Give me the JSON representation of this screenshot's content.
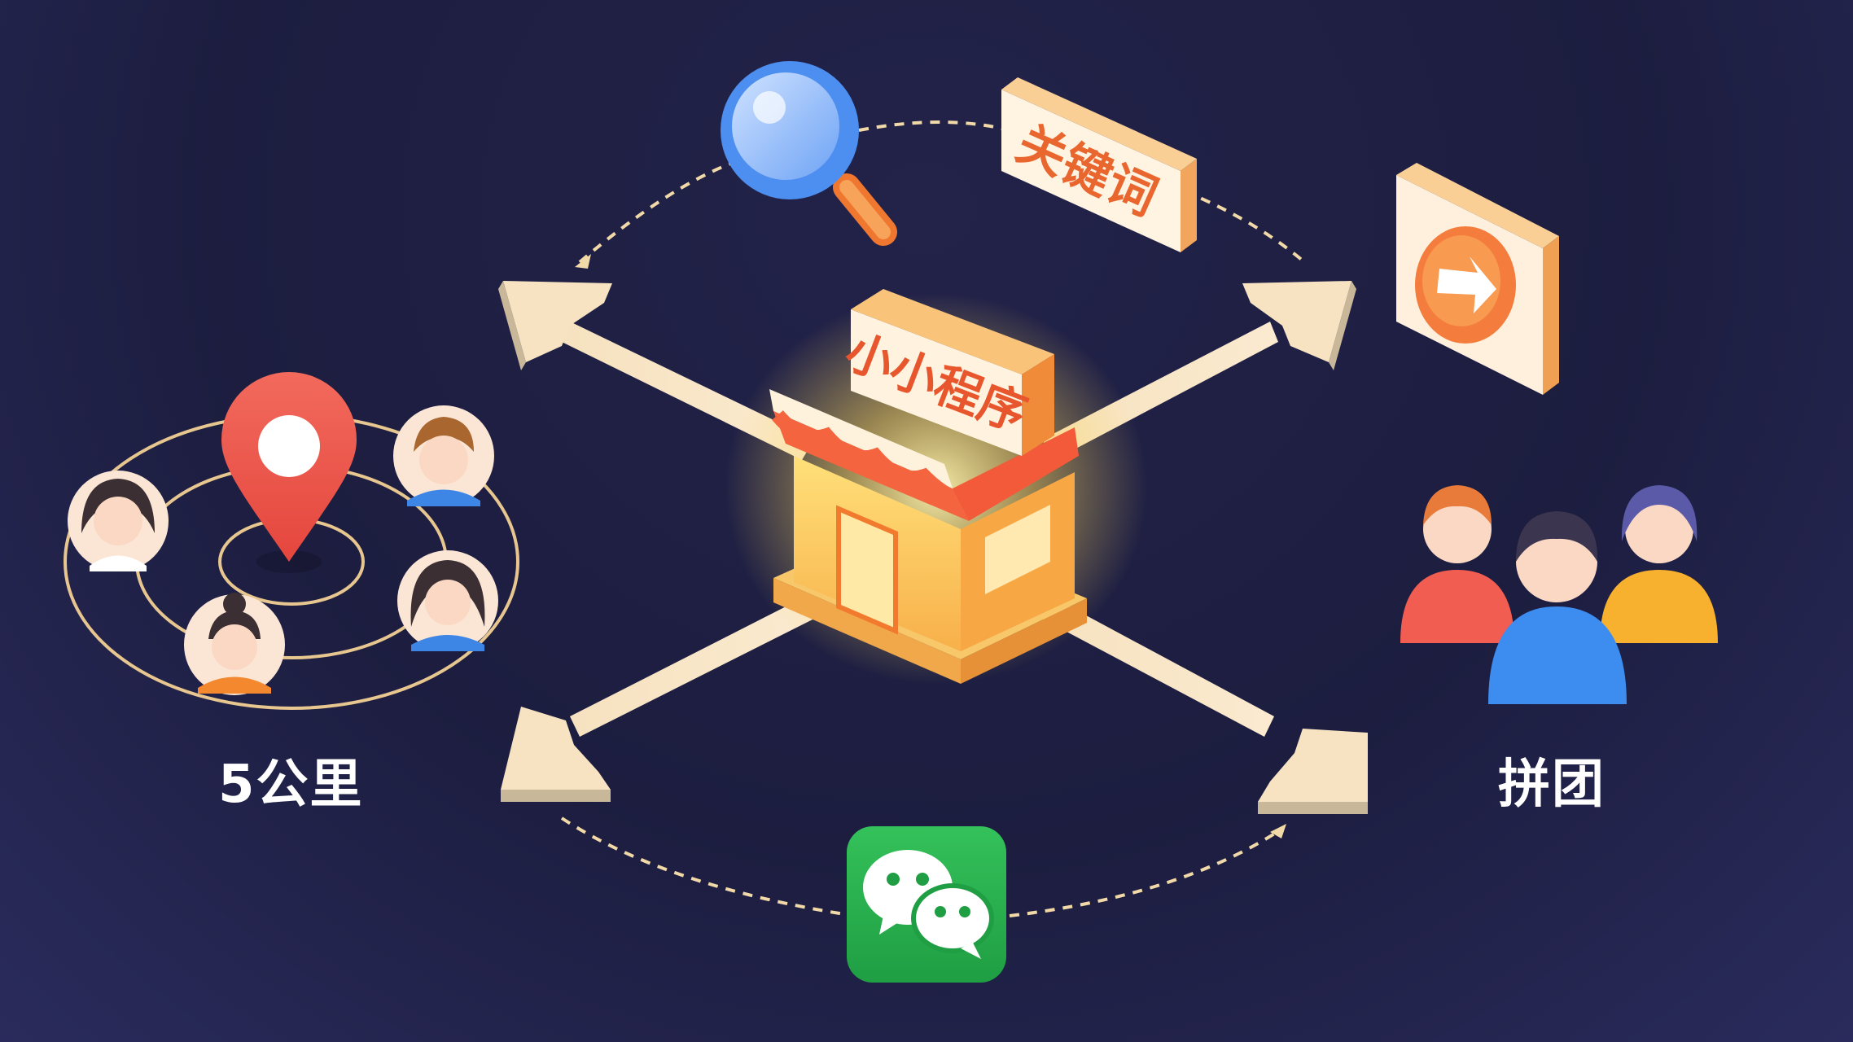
{
  "diagram": {
    "center": {
      "icon": "storefront-icon",
      "sign_text": "小小程序"
    },
    "top_tag_text": "关键词",
    "left_label": "5公里",
    "right_label": "拼团",
    "icons": {
      "top_left": "magnifier-icon",
      "top_right": "share-arrow-icon",
      "bottom": "wechat-icon",
      "left": "location-pin-icon",
      "right": "group-people-icon"
    },
    "colors": {
      "background": "#1f2146",
      "arrow": "#f7e3c1",
      "accent_orange": "#f47c3c",
      "accent_red": "#f25d52",
      "wechat_green": "#2bb24c",
      "magnifier_blue": "#4d8ff0"
    }
  }
}
